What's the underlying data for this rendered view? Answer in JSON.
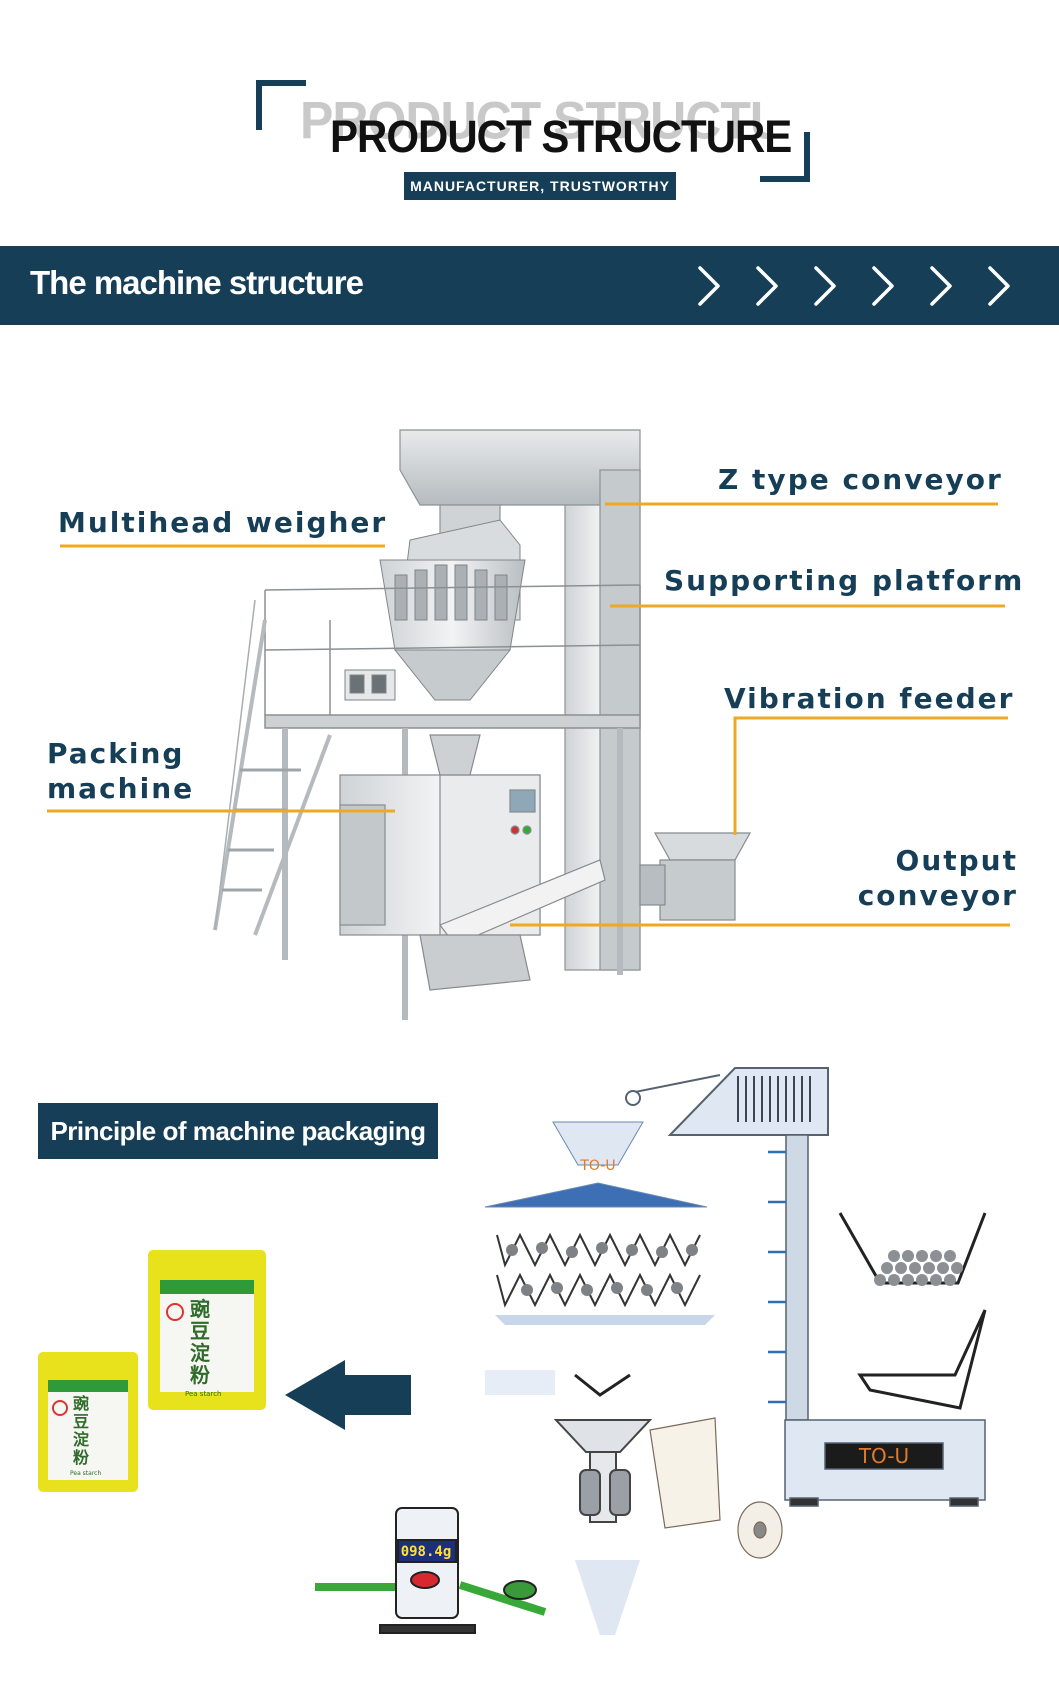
{
  "header": {
    "ghost_title": "PRODUCT STRUCTURE",
    "title": "PRODUCT STRUCTURE",
    "subtitle": "MANUFACTURER, TRUSTWORTHY"
  },
  "banner": {
    "title": "The machine structure",
    "chevron_icon": "chevron-right-icon",
    "chevron_count": 6
  },
  "machine_labels": {
    "z_conveyor": "Z type conveyor",
    "multihead": "Multihead weigher",
    "platform": "Supporting platform",
    "vibration": "Vibration feeder",
    "packing_line1": "Packing",
    "packing_line2": "machine",
    "output_line1": "Output",
    "output_line2": "conveyor"
  },
  "principle": {
    "title": "Principle of machine packaging",
    "hopper_brand": "TO-U",
    "elevator_brand": "TO-U",
    "scale_readout": "098.4g"
  },
  "product_bags": {
    "chinese_text": "豌豆淀粉",
    "english_text": "Pea starch"
  },
  "colors": {
    "navy": "#163f57",
    "leader_line": "#f0a823",
    "bag_yellow": "#e8e21d",
    "bag_green": "#2f9a3a"
  }
}
